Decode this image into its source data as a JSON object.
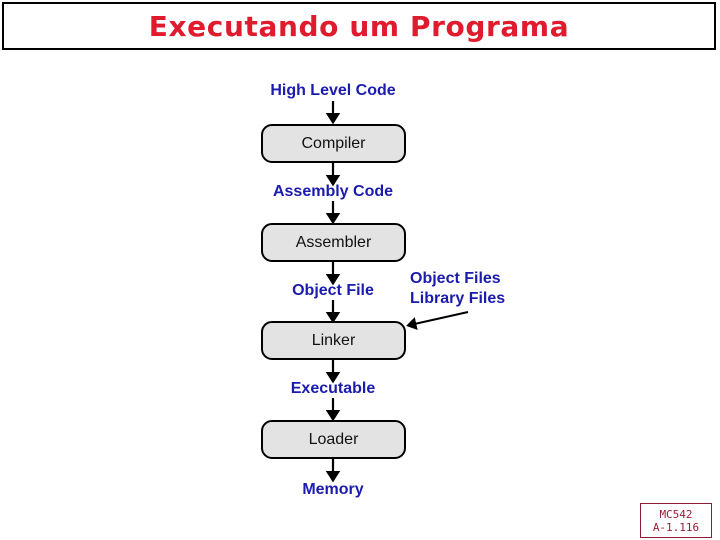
{
  "slide": {
    "title": "Executando um Programa",
    "title_color": "#e01b2e"
  },
  "theme": {
    "label_color": "#1b1bae",
    "box_fill": "#e3e3e3",
    "box_border": "#000000",
    "arrow_color": "#000000",
    "footer_color": "#9e1b3a"
  },
  "flow": {
    "labels": [
      {
        "text": "High Level Code"
      },
      {
        "text": "Assembly Code"
      },
      {
        "text": "Object File"
      },
      {
        "text": "Executable"
      },
      {
        "text": "Memory"
      }
    ],
    "stages": [
      {
        "text": "Compiler"
      },
      {
        "text": "Assembler"
      },
      {
        "text": "Linker"
      },
      {
        "text": "Loader"
      }
    ],
    "annotation": {
      "line1": "Object Files",
      "line2": "Library Files"
    }
  },
  "footer": {
    "course": "MC542",
    "reference": "A-1.116"
  }
}
